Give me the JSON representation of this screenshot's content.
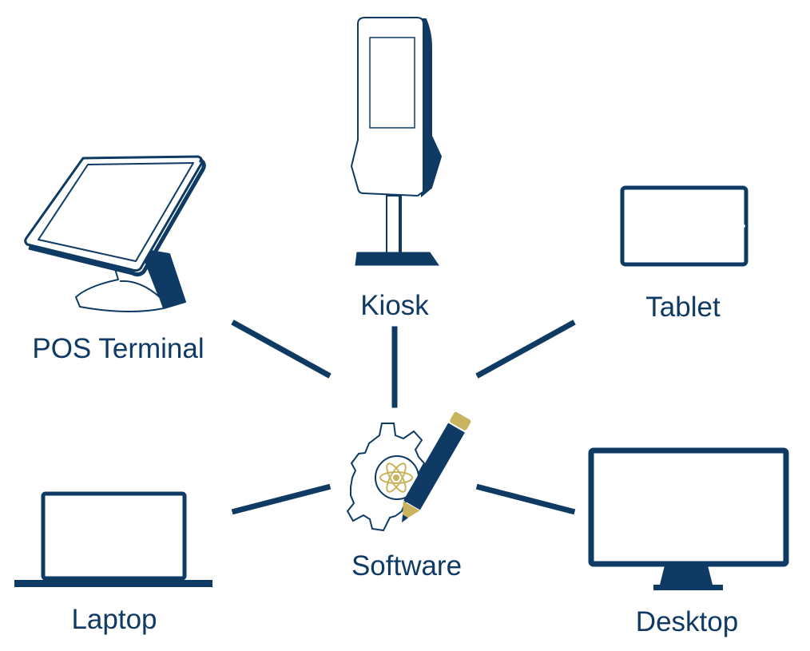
{
  "colors": {
    "navy": "#0e3a64",
    "gold": "#c9b35e"
  },
  "center": {
    "label": "Software",
    "icon": "gear-atom-pencil-icon"
  },
  "devices": [
    {
      "id": "pos-terminal",
      "label": "POS Terminal",
      "icon": "pos-terminal-icon"
    },
    {
      "id": "kiosk",
      "label": "Kiosk",
      "icon": "kiosk-icon"
    },
    {
      "id": "tablet",
      "label": "Tablet",
      "icon": "tablet-icon"
    },
    {
      "id": "laptop",
      "label": "Laptop",
      "icon": "laptop-icon"
    },
    {
      "id": "desktop",
      "label": "Desktop",
      "icon": "desktop-icon"
    }
  ]
}
